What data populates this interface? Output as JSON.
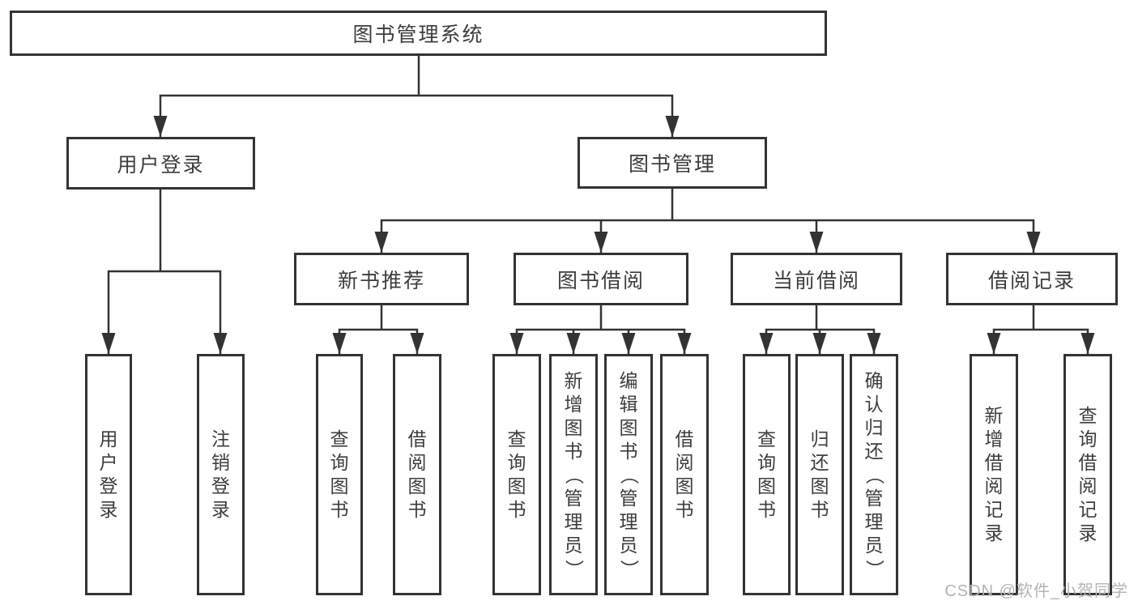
{
  "diagram": {
    "root": "图书管理系统",
    "user_login": {
      "label": "用户登录",
      "children": [
        "用户登录",
        "注销登录"
      ]
    },
    "book_mgmt": {
      "label": "图书管理",
      "groups": [
        {
          "label": "新书推荐",
          "children": [
            "查询图书",
            "借阅图书"
          ]
        },
        {
          "label": "图书借阅",
          "children": [
            "查询图书",
            "新增图书（管理员）",
            "编辑图书（管理员）",
            "借阅图书"
          ]
        },
        {
          "label": "当前借阅",
          "children": [
            "查询图书",
            "归还图书",
            "确认归还（管理员）"
          ]
        },
        {
          "label": "借阅记录",
          "children": [
            "新增借阅记录",
            "查询借阅记录"
          ]
        }
      ]
    },
    "colors": {
      "line": "#333333",
      "text": "#3d3d3d",
      "watermark": "#b3b3b3"
    },
    "watermark": "CSDN @软件_小贺同学"
  }
}
